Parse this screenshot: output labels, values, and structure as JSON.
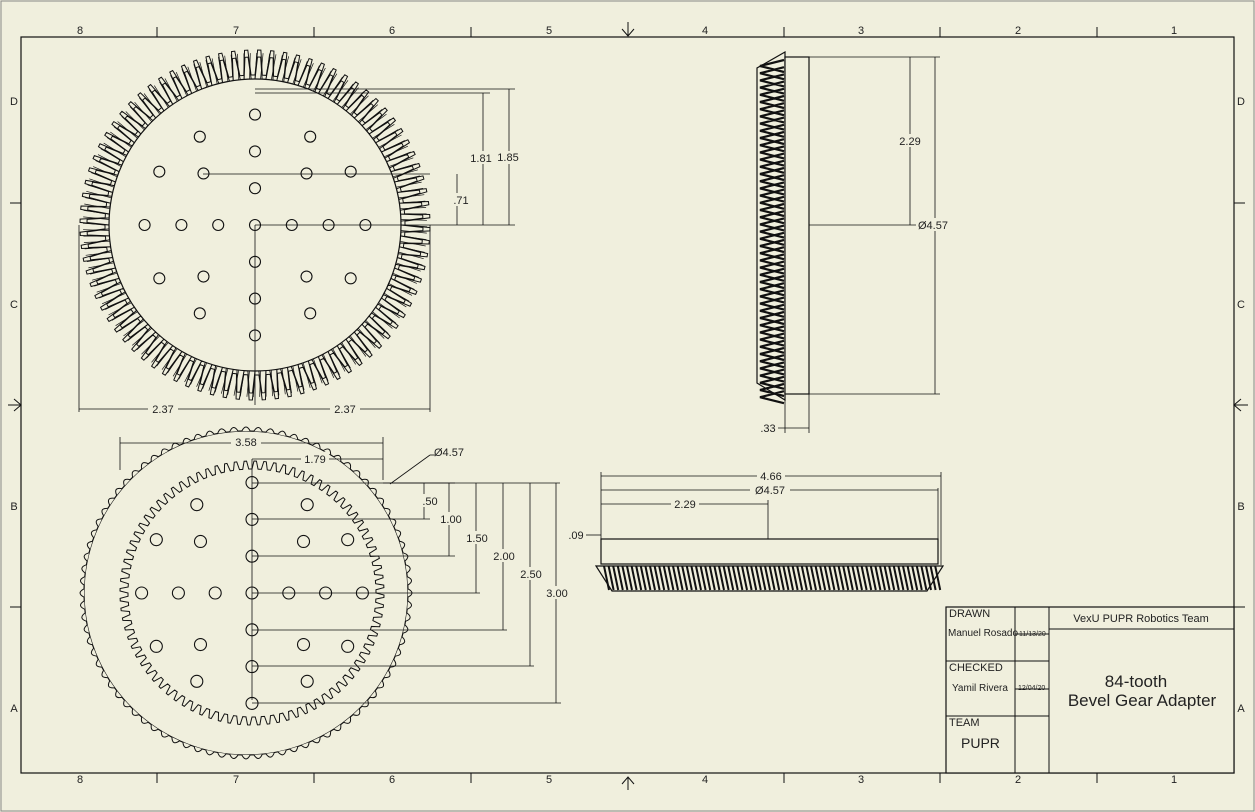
{
  "border": {
    "zones_horizontal": [
      "8",
      "7",
      "6",
      "5",
      "4",
      "3",
      "2",
      "1"
    ],
    "zones_vertical": [
      "D",
      "C",
      "B",
      "A"
    ]
  },
  "dimensions": {
    "top_view": {
      "d185": "1.85",
      "d181": "1.81",
      "d071": ".71",
      "d237_left": "2.37",
      "d237_right": "2.37"
    },
    "bottom_view": {
      "d358": "3.58",
      "d179": "1.79",
      "dia457": "Ø4.57",
      "d050": ".50",
      "d100": "1.00",
      "d150": "1.50",
      "d200": "2.00",
      "d250": "2.50",
      "d300": "3.00"
    },
    "side_view": {
      "d229": "2.29",
      "dia457": "Ø4.57",
      "d033": ".33"
    },
    "front_view": {
      "d466": "4.66",
      "dia457": "Ø4.57",
      "d229": "2.29",
      "d009": ".09"
    }
  },
  "title_block": {
    "drawn_label": "DRAWN",
    "drawn_by": "Manuel Rosado",
    "drawn_date": "11/13/20",
    "checked_label": "CHECKED",
    "checked_by": "Yamil Rivera",
    "checked_date": "12/04/20",
    "team_label": "TEAM",
    "team_value": "PUPR",
    "organization": "VexU PUPR Robotics Team",
    "title_line1": "84-tooth",
    "title_line2": "Bevel Gear Adapter"
  },
  "colors": {
    "paper": "#f0efdd",
    "line": "#111111"
  }
}
